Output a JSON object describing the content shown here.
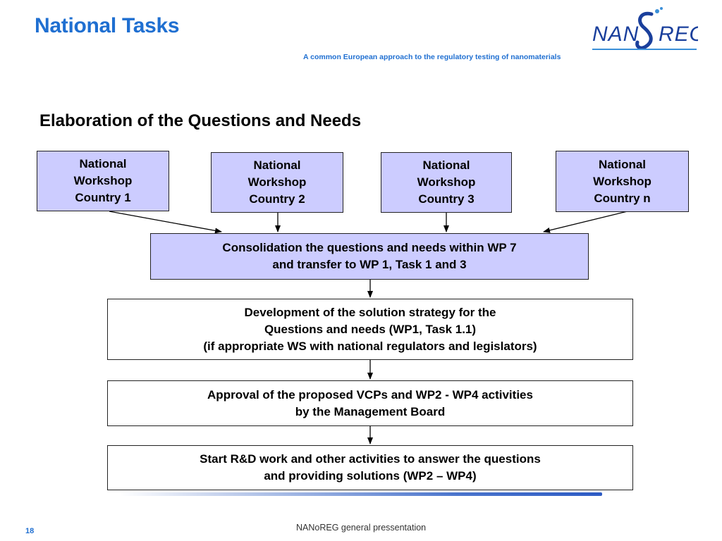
{
  "slide": {
    "title": "National Tasks",
    "subtitle": "A common European approach to the regulatory testing of nanomaterials",
    "heading": "Elaboration of the Questions and Needs",
    "logo_text_left": "NAN",
    "logo_text_right": "REG",
    "footer": "NANoREG general pressentation",
    "page_number": "18"
  },
  "workshops": [
    {
      "line1": "National",
      "line2": "Workshop",
      "line3": "Country 1"
    },
    {
      "line1": "National",
      "line2": "Workshop",
      "line3": "Country 2"
    },
    {
      "line1": "National",
      "line2": "Workshop",
      "line3": "Country 3"
    },
    {
      "line1": "National",
      "line2": "Workshop",
      "line3": "Country n"
    }
  ],
  "steps": [
    {
      "lines": [
        "Consolidation the questions and needs within WP 7",
        "and transfer to WP 1, Task 1 and 3"
      ]
    },
    {
      "lines": [
        "Development of the solution strategy for the",
        "Questions and needs (WP1, Task 1.1)",
        "(if appropriate WS with national regulators and legislators)"
      ]
    },
    {
      "lines": [
        "Approval of the proposed VCPs and WP2 - WP4 activities",
        "by the Management Board"
      ]
    },
    {
      "lines": [
        "Start R&D work and other activities to answer the questions",
        "and providing  solutions (WP2 – WP4)"
      ]
    }
  ],
  "colors": {
    "title": "#1f6fd1",
    "box_fill": "#ccccff",
    "logo": "#1a3f9c"
  }
}
